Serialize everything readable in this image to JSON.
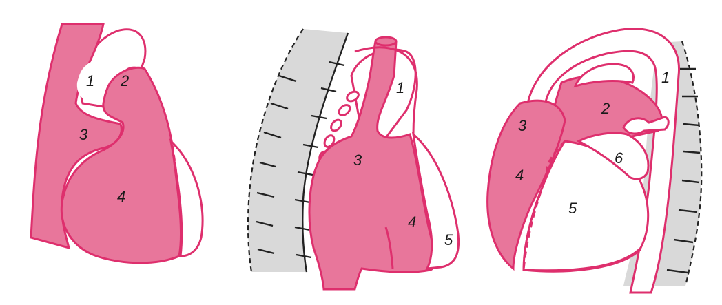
{
  "colors": {
    "tissue_fill": "#e8769b",
    "outline": "#de2f6d",
    "vertebra_fill": "#d9d9d9",
    "background": "#ffffff"
  },
  "panels": [
    {
      "id": "left",
      "labels": [
        "1",
        "2",
        "3",
        "4"
      ]
    },
    {
      "id": "middle",
      "labels": [
        "1",
        "3",
        "4",
        "5"
      ]
    },
    {
      "id": "right",
      "labels": [
        "1",
        "2",
        "3",
        "4",
        "5",
        "6"
      ]
    }
  ]
}
